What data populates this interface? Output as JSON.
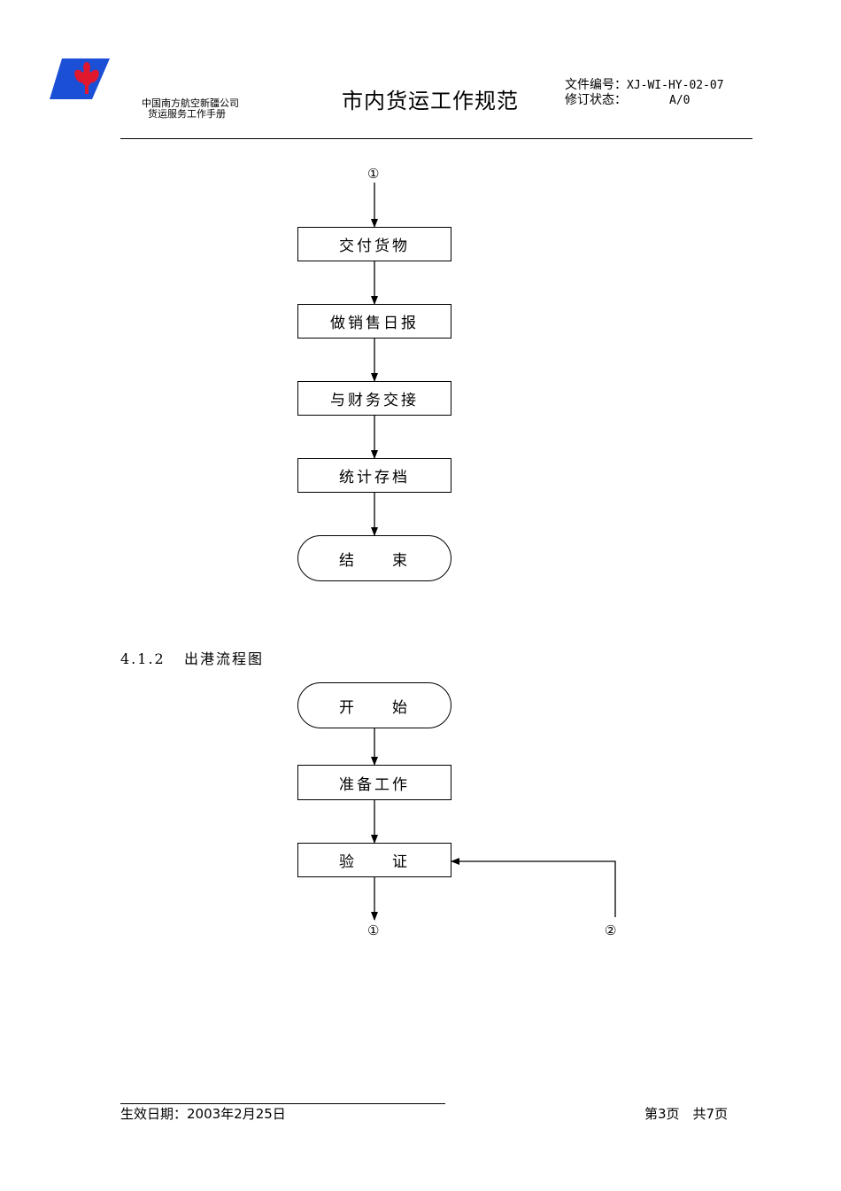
{
  "header": {
    "company_line1": "中国南方航空新疆公司",
    "company_line2": "货运服务工作手册",
    "document_title": "市内货运工作规范",
    "doc_number_label": "文件编号：",
    "doc_number_value": "XJ-WI-HY-02-07",
    "revision_label": "修订状态：",
    "revision_value": "A/0"
  },
  "flow1": {
    "connector_in": "①",
    "steps": [
      "交付货物",
      "做销售日报",
      "与财务交接",
      "统计存档"
    ],
    "end": "结　　束"
  },
  "section": {
    "number": "4.1.2",
    "title": "出港流程图"
  },
  "flow2": {
    "start": "开　　始",
    "steps": [
      "准备工作",
      "验　　证"
    ],
    "connector_out": "①",
    "connector_back": "②"
  },
  "footer": {
    "effective_date": "生效日期：2003年2月25日",
    "page_info": "第3页　共7页"
  },
  "colors": {
    "logo_blue": "#1a4fd6",
    "logo_red": "#e0182d"
  }
}
